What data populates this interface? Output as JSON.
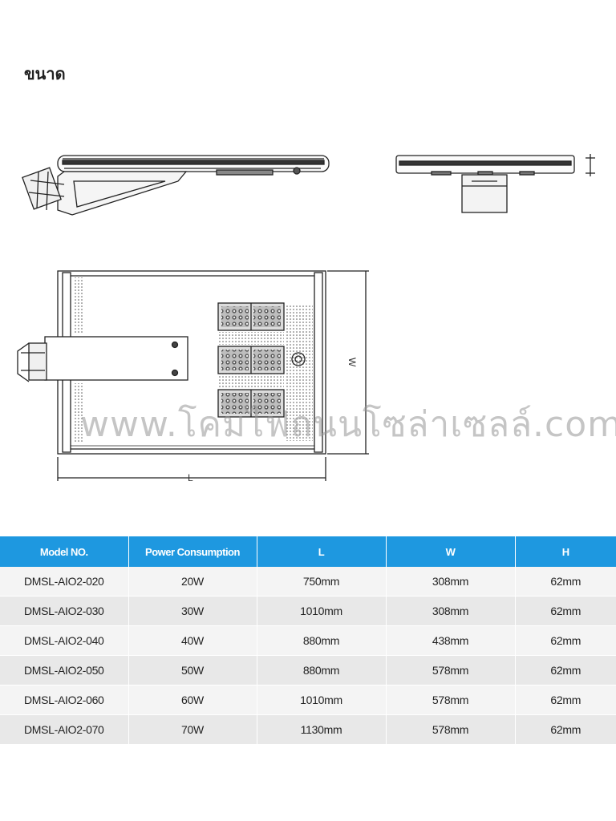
{
  "page": {
    "title": "ขนาด",
    "watermark": "www.โคมไฟถนนโซล่าเซลล์.com"
  },
  "drawing": {
    "dimension_labels": {
      "length": "L",
      "width": "W"
    }
  },
  "spec_table": {
    "headers": [
      "Model NO.",
      "Power Consumption",
      "L",
      "W",
      "H"
    ],
    "rows": [
      [
        "DMSL-AIO2-020",
        "20W",
        "750mm",
        "308mm",
        "62mm"
      ],
      [
        "DMSL-AIO2-030",
        "30W",
        "1010mm",
        "308mm",
        "62mm"
      ],
      [
        "DMSL-AIO2-040",
        "40W",
        "880mm",
        "438mm",
        "62mm"
      ],
      [
        "DMSL-AIO2-050",
        "50W",
        "880mm",
        "578mm",
        "62mm"
      ],
      [
        "DMSL-AIO2-060",
        "60W",
        "1010mm",
        "578mm",
        "62mm"
      ],
      [
        "DMSL-AIO2-070",
        "70W",
        "1130mm",
        "578mm",
        "62mm"
      ]
    ],
    "header_color": "#1e98e0"
  }
}
